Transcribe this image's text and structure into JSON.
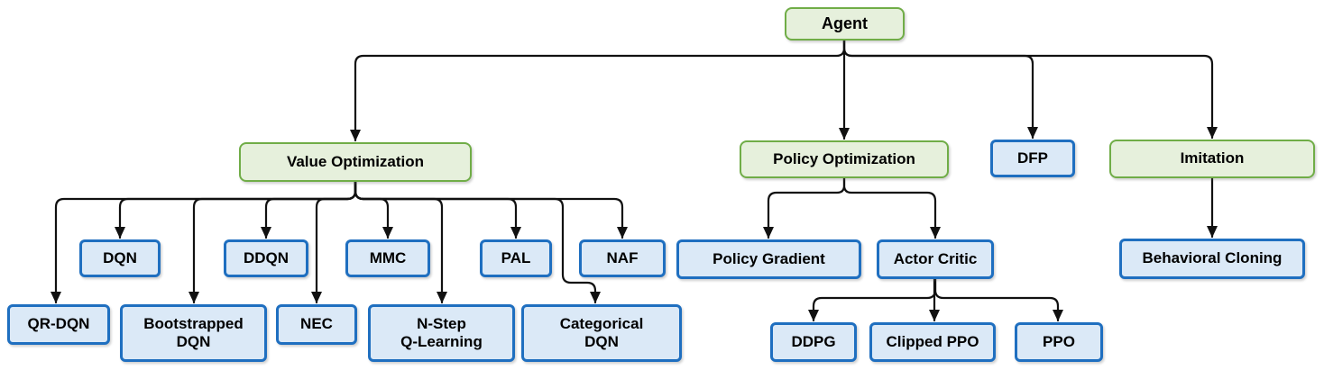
{
  "diagram": {
    "colors": {
      "background": "#ffffff",
      "green_fill": "#e6f0dc",
      "green_border": "#70ad47",
      "blue_fill": "#dbe9f7",
      "blue_border": "#1f6fc0",
      "line": "#111111",
      "text": "#000000"
    },
    "nodes": [
      {
        "id": "agent",
        "label": "Agent",
        "type": "group"
      },
      {
        "id": "value_optimization",
        "label": "Value Optimization",
        "type": "group"
      },
      {
        "id": "policy_optimization",
        "label": "Policy Optimization",
        "type": "group"
      },
      {
        "id": "dfp",
        "label": "DFP",
        "type": "algorithm"
      },
      {
        "id": "imitation",
        "label": "Imitation",
        "type": "group"
      },
      {
        "id": "dqn",
        "label": "DQN",
        "type": "algorithm"
      },
      {
        "id": "ddqn",
        "label": "DDQN",
        "type": "algorithm"
      },
      {
        "id": "mmc",
        "label": "MMC",
        "type": "algorithm"
      },
      {
        "id": "pal",
        "label": "PAL",
        "type": "algorithm"
      },
      {
        "id": "naf",
        "label": "NAF",
        "type": "algorithm"
      },
      {
        "id": "qr_dqn",
        "label": "QR-DQN",
        "type": "algorithm"
      },
      {
        "id": "bootstrapped_dqn",
        "label": "Bootstrapped\nDQN",
        "type": "algorithm"
      },
      {
        "id": "nec",
        "label": "NEC",
        "type": "algorithm"
      },
      {
        "id": "n_step_q_learning",
        "label": "N-Step\nQ-Learning",
        "type": "algorithm"
      },
      {
        "id": "categorical_dqn",
        "label": "Categorical\nDQN",
        "type": "algorithm"
      },
      {
        "id": "policy_gradient",
        "label": "Policy Gradient",
        "type": "algorithm"
      },
      {
        "id": "actor_critic",
        "label": "Actor Critic",
        "type": "algorithm"
      },
      {
        "id": "ddpg",
        "label": "DDPG",
        "type": "algorithm"
      },
      {
        "id": "clipped_ppo",
        "label": "Clipped PPO",
        "type": "algorithm"
      },
      {
        "id": "ppo",
        "label": "PPO",
        "type": "algorithm"
      },
      {
        "id": "behavioral_cloning",
        "label": "Behavioral Cloning",
        "type": "algorithm"
      }
    ],
    "edges": [
      {
        "from": "agent",
        "to": "value_optimization"
      },
      {
        "from": "agent",
        "to": "policy_optimization"
      },
      {
        "from": "agent",
        "to": "dfp"
      },
      {
        "from": "agent",
        "to": "imitation"
      },
      {
        "from": "value_optimization",
        "to": "qr_dqn"
      },
      {
        "from": "value_optimization",
        "to": "dqn"
      },
      {
        "from": "value_optimization",
        "to": "bootstrapped_dqn"
      },
      {
        "from": "value_optimization",
        "to": "ddqn"
      },
      {
        "from": "value_optimization",
        "to": "nec"
      },
      {
        "from": "value_optimization",
        "to": "mmc"
      },
      {
        "from": "value_optimization",
        "to": "n_step_q_learning"
      },
      {
        "from": "value_optimization",
        "to": "pal"
      },
      {
        "from": "value_optimization",
        "to": "categorical_dqn"
      },
      {
        "from": "value_optimization",
        "to": "naf"
      },
      {
        "from": "policy_optimization",
        "to": "policy_gradient"
      },
      {
        "from": "policy_optimization",
        "to": "actor_critic"
      },
      {
        "from": "actor_critic",
        "to": "ddpg"
      },
      {
        "from": "actor_critic",
        "to": "clipped_ppo"
      },
      {
        "from": "actor_critic",
        "to": "ppo"
      },
      {
        "from": "imitation",
        "to": "behavioral_cloning"
      }
    ]
  }
}
